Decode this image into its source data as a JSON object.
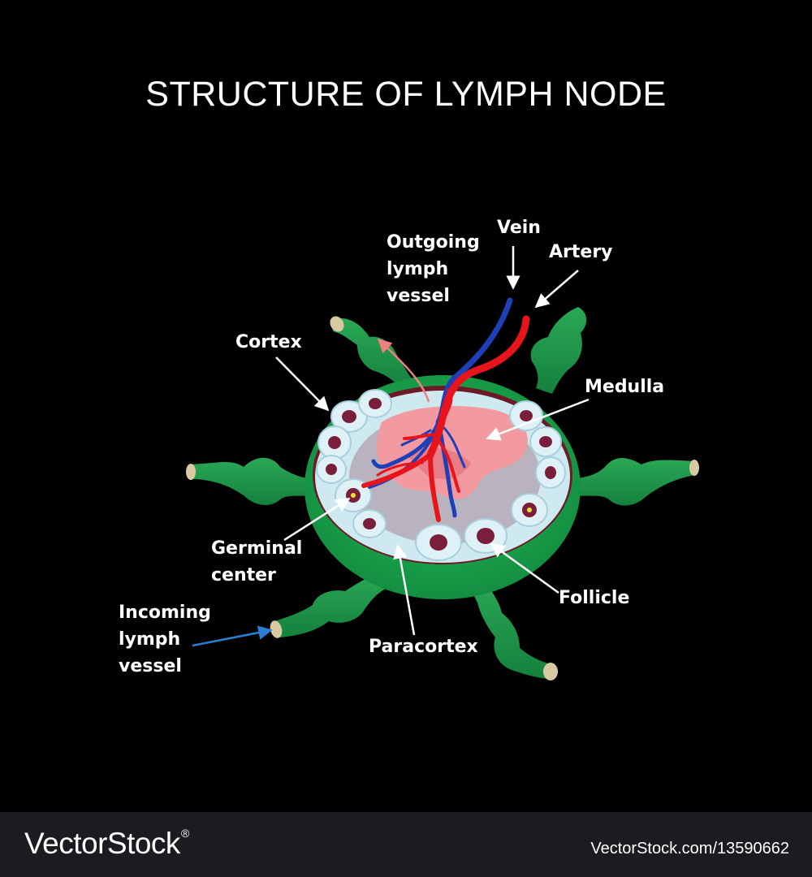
{
  "title": "STRUCTURE OF LYMPH NODE",
  "labels": {
    "outgoing": "Outgoing\nlymph\nvessel",
    "vein": "Vein",
    "artery": "Artery",
    "cortex": "Cortex",
    "medulla": "Medulla",
    "germinal": "Germinal\ncenter",
    "follicle": "Follicle",
    "incoming": "Incoming\nlymph\nvessel",
    "paracortex": "Paracortex"
  },
  "footer": {
    "brand": "VectorStock",
    "brand_mark": "®",
    "image_id": "VectorStock.com/13590662"
  },
  "colors": {
    "background": "#000000",
    "capsule": "#1a9e4c",
    "vessel": "#1f8f46",
    "follicle": "#d8eef5",
    "nucleus": "#7a1f3b",
    "medulla": "#f08a8f",
    "artery": "#e8141c",
    "vein": "#1d3fb8",
    "incoming_arrow": "#2a7fd4",
    "outgoing_arrow": "#f07f7f"
  }
}
